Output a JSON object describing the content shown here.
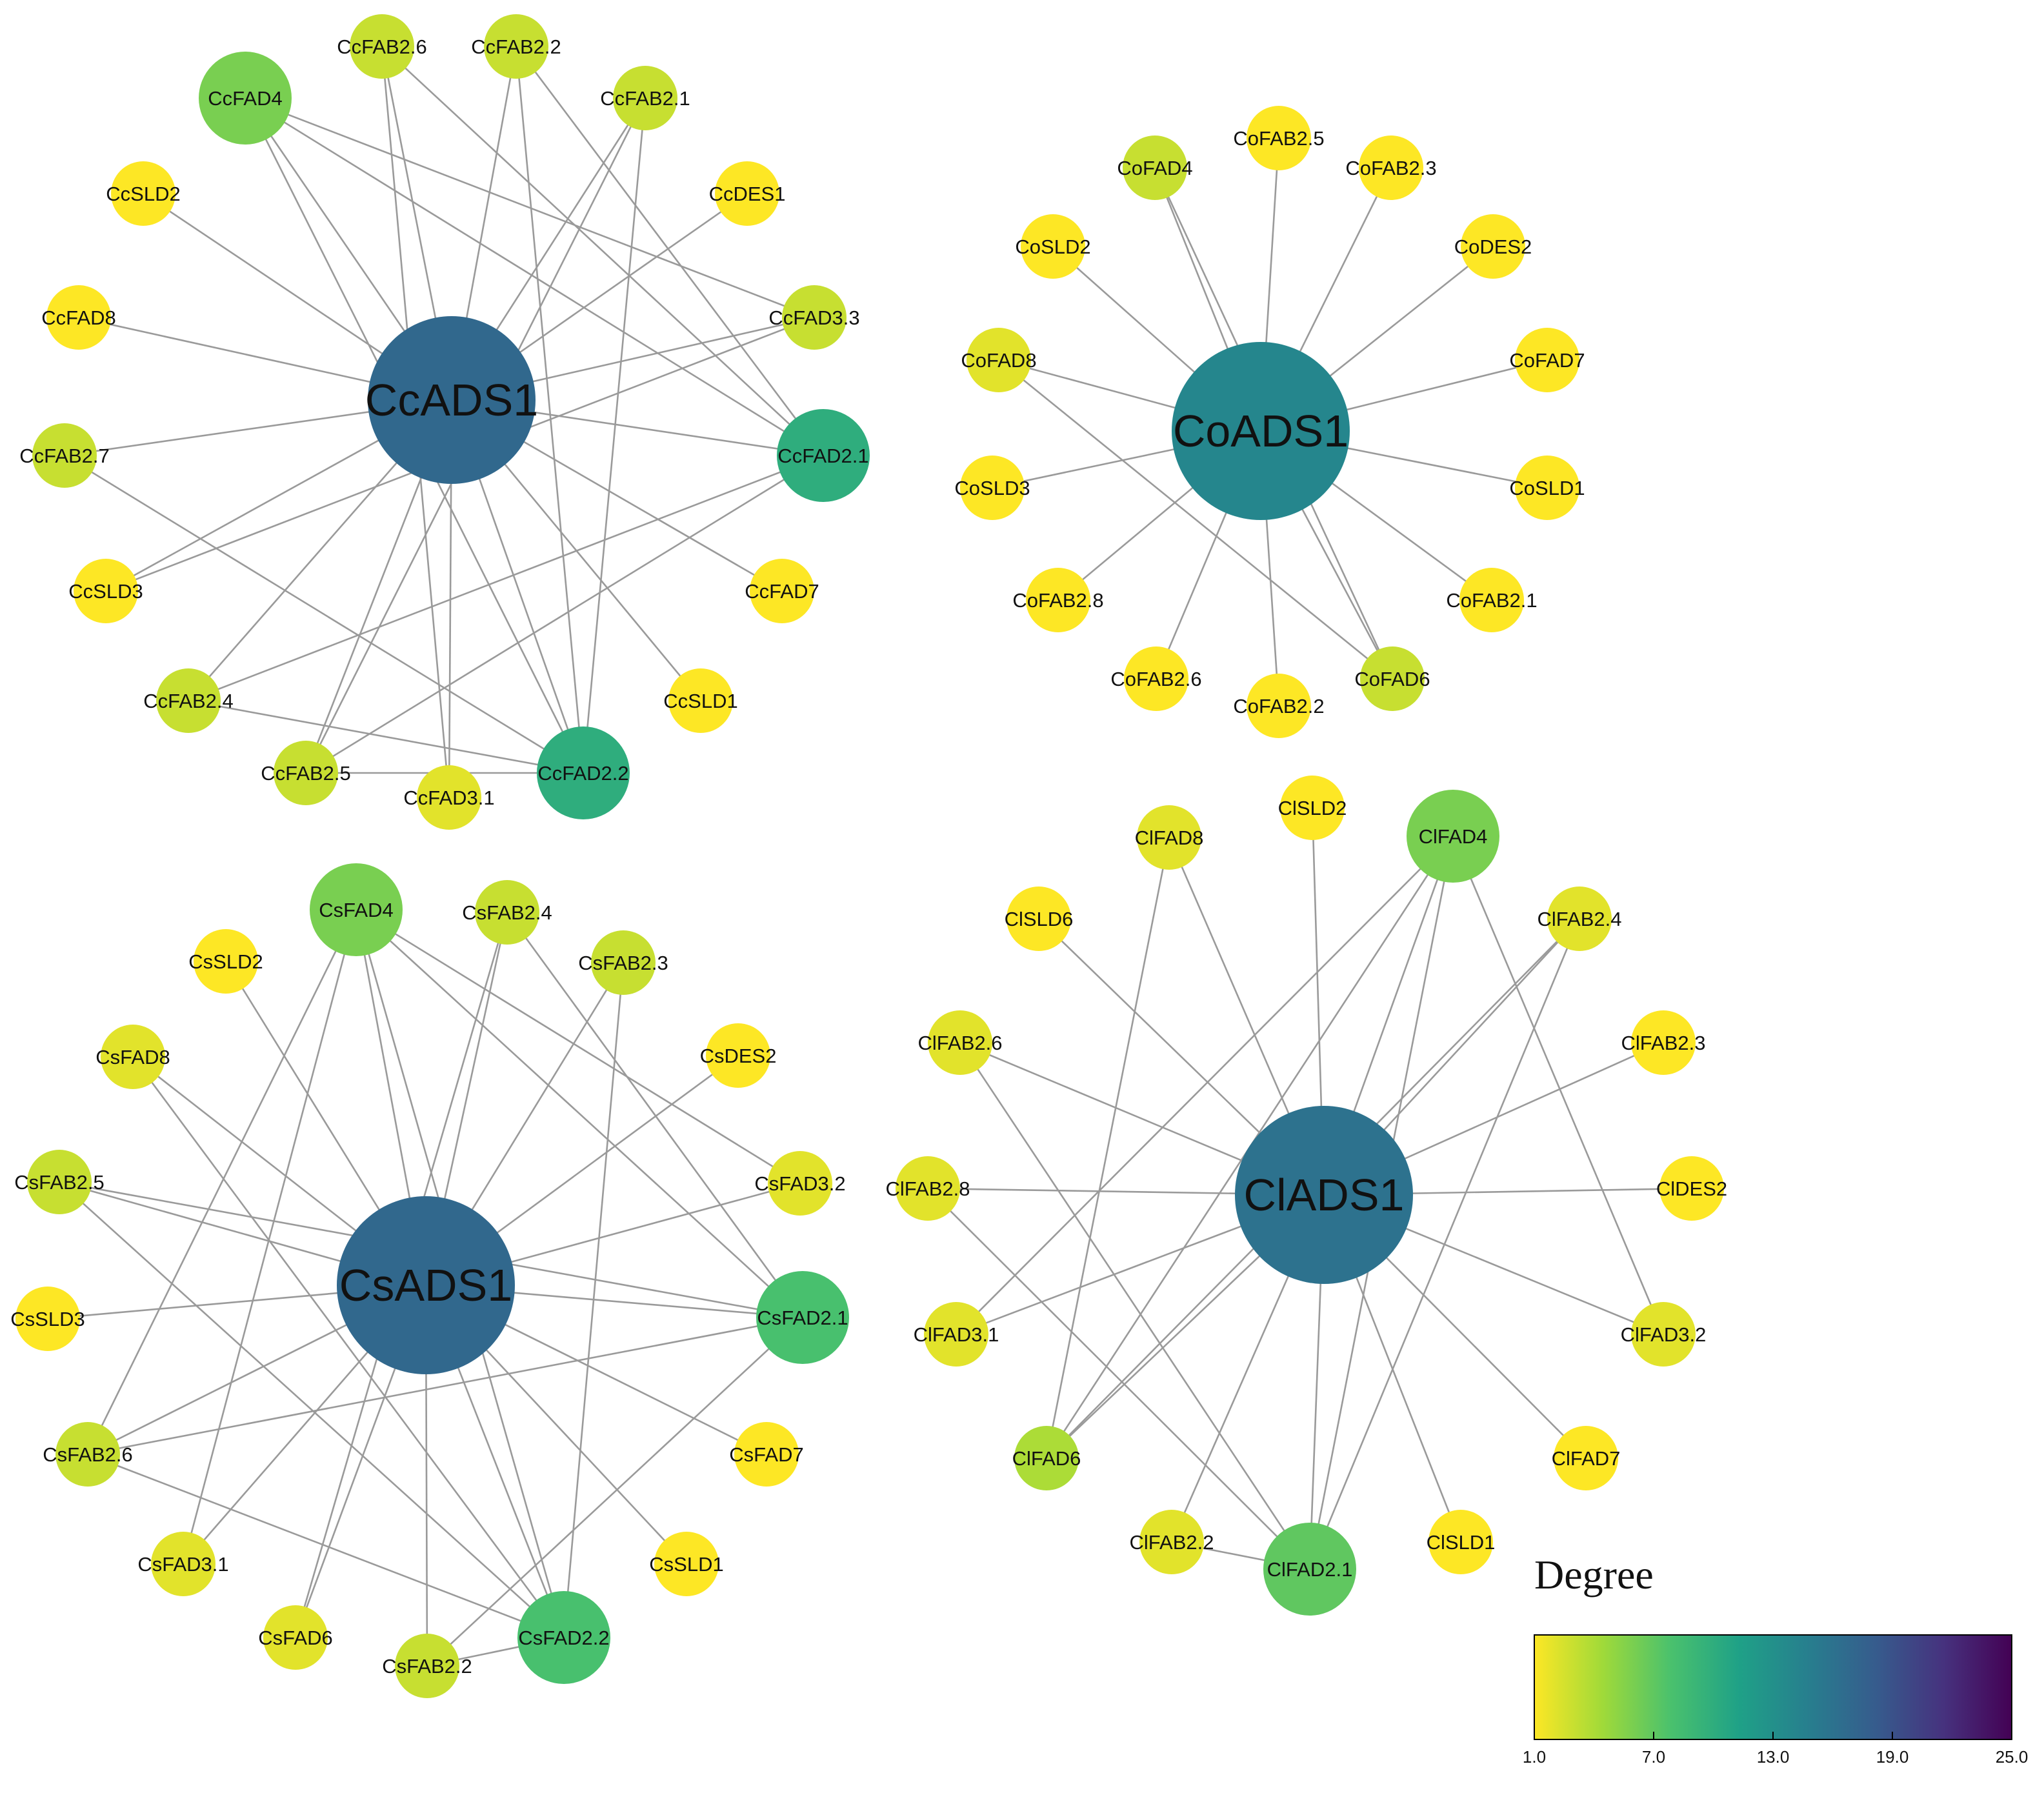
{
  "legend": {
    "title": "Degree",
    "ticks": [
      "1.0",
      "7.0",
      "13.0",
      "19.0",
      "25.0"
    ],
    "color_stops": [
      "#fde725",
      "#a0da39",
      "#4ac16d",
      "#1fa187",
      "#277f8e",
      "#365c8d",
      "#46327e",
      "#440154"
    ]
  },
  "networks": [
    {
      "id": "cc",
      "hub": "CcADS1",
      "nodes": [
        {
          "id": "CcFAD4",
          "degree": 6
        },
        {
          "id": "CcFAB2.6",
          "degree": 3
        },
        {
          "id": "CcFAB2.2",
          "degree": 3
        },
        {
          "id": "CcFAB2.1",
          "degree": 3
        },
        {
          "id": "CcSLD2",
          "degree": 1
        },
        {
          "id": "CcDES1",
          "degree": 1
        },
        {
          "id": "CcFAD8",
          "degree": 1
        },
        {
          "id": "CcFAD3.3",
          "degree": 3
        },
        {
          "id": "CcFAB2.7",
          "degree": 3
        },
        {
          "id": "CcFAD2.1",
          "degree": 10
        },
        {
          "id": "CcSLD3",
          "degree": 1
        },
        {
          "id": "CcFAD7",
          "degree": 1
        },
        {
          "id": "CcFAB2.4",
          "degree": 3
        },
        {
          "id": "CcSLD1",
          "degree": 1
        },
        {
          "id": "CcFAB2.5",
          "degree": 3
        },
        {
          "id": "CcFAD3.1",
          "degree": 2
        },
        {
          "id": "CcFAD2.2",
          "degree": 10
        }
      ],
      "edges": [
        [
          "CcFAD4",
          "CcFAD2.1"
        ],
        [
          "CcFAD4",
          "CcFAD3.3"
        ],
        [
          "CcFAD4",
          "CcFAD2.2"
        ],
        [
          "CcFAB2.6",
          "CcFAD2.1"
        ],
        [
          "CcFAB2.6",
          "CcFAD3.1"
        ],
        [
          "CcFAB2.2",
          "CcFAD2.1"
        ],
        [
          "CcFAB2.2",
          "CcFAD2.2"
        ],
        [
          "CcFAB2.1",
          "CcFAB2.5"
        ],
        [
          "CcFAB2.1",
          "CcFAD2.2"
        ],
        [
          "CcFAB2.7",
          "CcFAD2.2"
        ],
        [
          "CcFAD3.3",
          "CcSLD3"
        ],
        [
          "CcFAD2.1",
          "CcFAB2.4"
        ],
        [
          "CcFAD2.1",
          "CcFAB2.5"
        ],
        [
          "CcFAB2.4",
          "CcFAD2.2"
        ],
        [
          "CcFAB2.5",
          "CcFAD2.2"
        ]
      ]
    },
    {
      "id": "co",
      "hub": "CoADS1",
      "nodes": [
        {
          "id": "CoFAD4",
          "degree": 3
        },
        {
          "id": "CoFAB2.5",
          "degree": 1
        },
        {
          "id": "CoFAB2.3",
          "degree": 1
        },
        {
          "id": "CoSLD2",
          "degree": 1
        },
        {
          "id": "CoDES2",
          "degree": 1
        },
        {
          "id": "CoFAD8",
          "degree": 2
        },
        {
          "id": "CoFAD7",
          "degree": 1
        },
        {
          "id": "CoSLD3",
          "degree": 1
        },
        {
          "id": "CoSLD1",
          "degree": 1
        },
        {
          "id": "CoFAB2.8",
          "degree": 1
        },
        {
          "id": "CoFAB2.1",
          "degree": 1
        },
        {
          "id": "CoFAB2.6",
          "degree": 1
        },
        {
          "id": "CoFAB2.2",
          "degree": 1
        },
        {
          "id": "CoFAD6",
          "degree": 3
        }
      ],
      "edges": [
        [
          "CoFAD4",
          "CoFAD6"
        ],
        [
          "CoFAD8",
          "CoFAD6"
        ]
      ]
    },
    {
      "id": "cs",
      "hub": "CsADS1",
      "nodes": [
        {
          "id": "CsFAD4",
          "degree": 6
        },
        {
          "id": "CsFAB2.4",
          "degree": 3
        },
        {
          "id": "CsFAB2.3",
          "degree": 3
        },
        {
          "id": "CsSLD2",
          "degree": 1
        },
        {
          "id": "CsDES2",
          "degree": 1
        },
        {
          "id": "CsFAD8",
          "degree": 2
        },
        {
          "id": "CsFAD3.2",
          "degree": 2
        },
        {
          "id": "CsFAB2.5",
          "degree": 3
        },
        {
          "id": "CsFAD2.1",
          "degree": 8
        },
        {
          "id": "CsSLD3",
          "degree": 1
        },
        {
          "id": "CsFAD7",
          "degree": 1
        },
        {
          "id": "CsFAB2.6",
          "degree": 3
        },
        {
          "id": "CsSLD1",
          "degree": 1
        },
        {
          "id": "CsFAD3.1",
          "degree": 2
        },
        {
          "id": "CsFAD6",
          "degree": 2
        },
        {
          "id": "CsFAB2.2",
          "degree": 3
        },
        {
          "id": "CsFAD2.2",
          "degree": 8
        }
      ],
      "edges": [
        [
          "CsFAD4",
          "CsFAD3.2"
        ],
        [
          "CsFAD4",
          "CsFAD2.1"
        ],
        [
          "CsFAD4",
          "CsFAD2.2"
        ],
        [
          "CsFAD4",
          "CsFAB2.6"
        ],
        [
          "CsFAD4",
          "CsFAD3.1"
        ],
        [
          "CsFAB2.4",
          "CsFAD6"
        ],
        [
          "CsFAB2.4",
          "CsFAD2.1"
        ],
        [
          "CsFAB2.3",
          "CsFAD2.2"
        ],
        [
          "CsFAD8",
          "CsFAD2.2"
        ],
        [
          "CsFAB2.5",
          "CsFAD2.1"
        ],
        [
          "CsFAB2.5",
          "CsFAD2.2"
        ],
        [
          "CsFAB2.6",
          "CsFAD2.1"
        ],
        [
          "CsFAB2.6",
          "CsFAD2.2"
        ],
        [
          "CsFAD2.1",
          "CsFAB2.2"
        ],
        [
          "CsFAB2.2",
          "CsFAD2.2"
        ]
      ]
    },
    {
      "id": "cl",
      "hub": "ClADS1",
      "nodes": [
        {
          "id": "ClFAD8",
          "degree": 2
        },
        {
          "id": "ClSLD2",
          "degree": 1
        },
        {
          "id": "ClFAD4",
          "degree": 6
        },
        {
          "id": "ClSLD6",
          "degree": 1
        },
        {
          "id": "ClFAB2.4",
          "degree": 2
        },
        {
          "id": "ClFAB2.6",
          "degree": 2
        },
        {
          "id": "ClFAB2.3",
          "degree": 1
        },
        {
          "id": "ClFAB2.8",
          "degree": 2
        },
        {
          "id": "ClDES2",
          "degree": 1
        },
        {
          "id": "ClFAD3.1",
          "degree": 2
        },
        {
          "id": "ClFAD3.2",
          "degree": 2
        },
        {
          "id": "ClFAD6",
          "degree": 4
        },
        {
          "id": "ClFAD7",
          "degree": 1
        },
        {
          "id": "ClFAB2.2",
          "degree": 2
        },
        {
          "id": "ClFAD2.1",
          "degree": 7
        },
        {
          "id": "ClSLD1",
          "degree": 1
        }
      ],
      "edges": [
        [
          "ClFAD8",
          "ClFAD6"
        ],
        [
          "ClFAD4",
          "ClFAD3.1"
        ],
        [
          "ClFAD4",
          "ClFAD6"
        ],
        [
          "ClFAD4",
          "ClFAD3.2"
        ],
        [
          "ClFAD4",
          "ClFAD2.1"
        ],
        [
          "ClFAB2.4",
          "ClFAD6"
        ],
        [
          "ClFAB2.4",
          "ClFAD2.1"
        ],
        [
          "ClFAB2.6",
          "ClFAD2.1"
        ],
        [
          "ClFAB2.8",
          "ClFAD2.1"
        ],
        [
          "ClFAB2.2",
          "ClFAD2.1"
        ]
      ]
    }
  ]
}
